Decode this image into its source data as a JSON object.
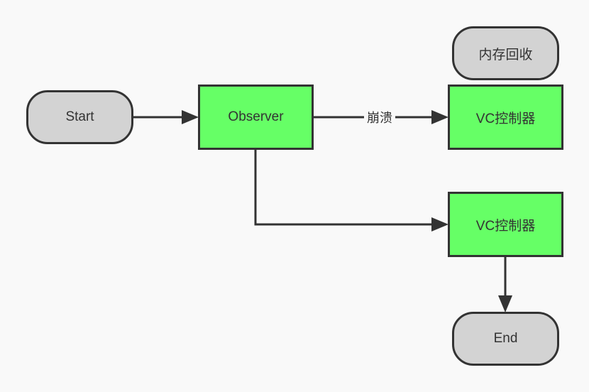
{
  "nodes": {
    "start": "Start",
    "observer": "Observer",
    "memory_reclaim": "内存回收",
    "vc_controller_top": "VC控制器",
    "vc_controller_bottom": "VC控制器",
    "end": "End"
  },
  "edges": {
    "crash_label": "崩溃"
  },
  "colors": {
    "process_fill": "#66ff66",
    "terminal_fill": "#d3d3d3",
    "stroke": "#333333",
    "background": "#f9f9f9"
  }
}
